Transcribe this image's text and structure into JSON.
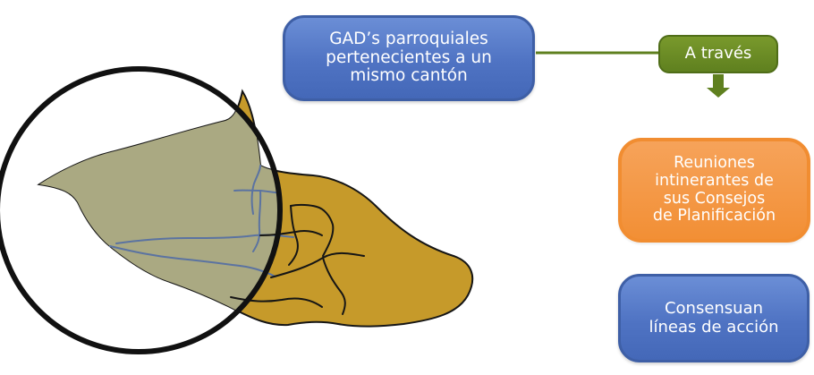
{
  "diagram": {
    "source_box": {
      "text": "GAD’s parroquiales\npertenecientes a un\nmismo cantón"
    },
    "connector_label": {
      "text": "A través"
    },
    "result_box": {
      "text": "Reuniones\nintinerantes de\nsus Consejos\nde Planificación"
    },
    "outcome_box": {
      "text": "Consensuan\nlíneas de acción"
    }
  },
  "colors": {
    "blue_box": "#4f73c3",
    "green_label": "#668626",
    "orange_box": "#f39a45",
    "map_gold": "#c69a2a",
    "map_highlight": "#aaa982",
    "circle": "#111111",
    "connector": "#5f801f"
  },
  "icons": {
    "arrow": "arrow-down-icon",
    "highlight": "magnifier-circle-icon"
  }
}
